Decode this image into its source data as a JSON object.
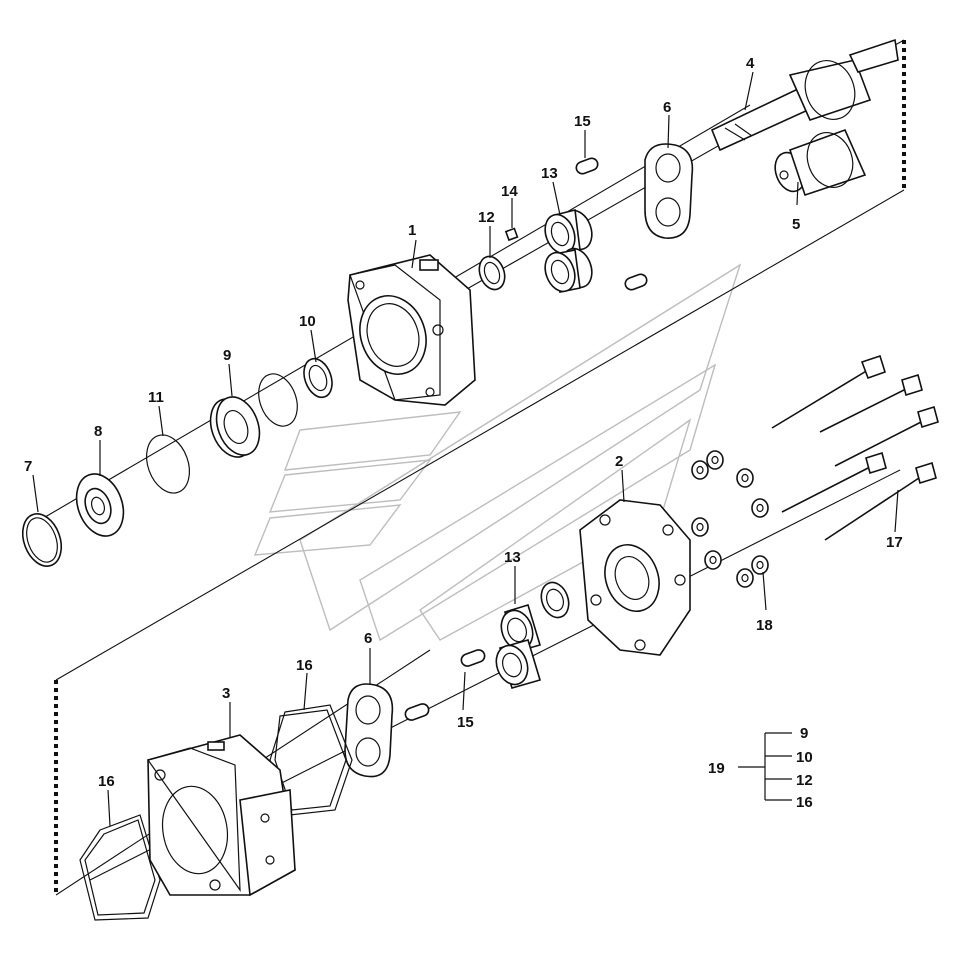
{
  "callouts": {
    "c1": "1",
    "c2": "2",
    "c3": "3",
    "c4": "4",
    "c5": "5",
    "c6a": "6",
    "c6b": "6",
    "c7": "7",
    "c8": "8",
    "c9": "9",
    "c10": "10",
    "c11": "11",
    "c12": "12",
    "c13a": "13",
    "c13b": "13",
    "c14": "14",
    "c15a": "15",
    "c15b": "15",
    "c16a": "16",
    "c16b": "16",
    "c17": "17",
    "c18": "18"
  },
  "kit_legend": {
    "kit": "19",
    "items": [
      "9",
      "10",
      "12",
      "16"
    ]
  }
}
